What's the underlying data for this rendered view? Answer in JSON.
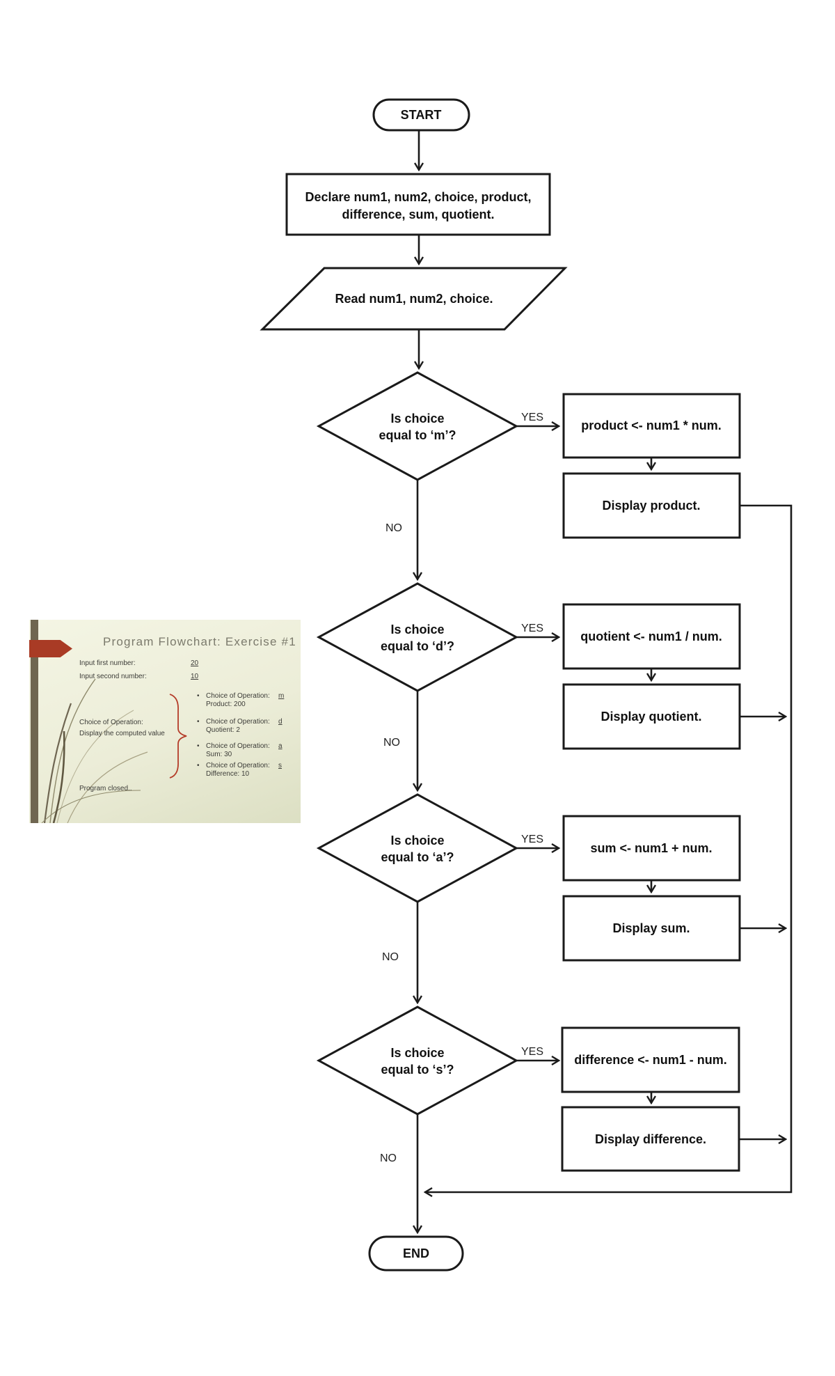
{
  "flowchart": {
    "start_label": "START",
    "end_label": "END",
    "declare": {
      "line1": "Declare num1, num2, choice, product,",
      "line2": "difference, sum, quotient."
    },
    "read": {
      "text": "Read num1, num2, choice."
    },
    "decisions": [
      {
        "q1": "Is choice",
        "q2": "equal to ‘m’?",
        "yes": "YES",
        "no": "NO",
        "action": "product <- num1 * num.",
        "display": "Display product."
      },
      {
        "q1": "Is choice",
        "q2": "equal to ‘d’?",
        "yes": "YES",
        "no": "NO",
        "action": "quotient <- num1 / num.",
        "display": "Display quotient."
      },
      {
        "q1": "Is choice",
        "q2": "equal to ‘a’?",
        "yes": "YES",
        "no": "NO",
        "action": "sum <- num1 + num.",
        "display": "Display sum."
      },
      {
        "q1": "Is choice",
        "q2": "equal to ‘s’?",
        "yes": "YES",
        "no": "NO",
        "action": "difference <- num1 - num.",
        "display": "Display difference."
      }
    ]
  },
  "slide": {
    "title": "Program Flowchart: Exercise #1",
    "inputs": [
      {
        "label": "Input first number:",
        "value": "20"
      },
      {
        "label": "Input second number:",
        "value": "10"
      }
    ],
    "choice_label": "Choice of Operation:",
    "choice_sub": "Display the computed value",
    "bullets": [
      {
        "bullet": "•",
        "label": "Choice of Operation:",
        "letter": "m",
        "result": "Product: 200"
      },
      {
        "bullet": "•",
        "label": "Choice of Operation:",
        "letter": "d",
        "result": "Quotient: 2"
      },
      {
        "bullet": "•",
        "label": "Choice of Operation:",
        "letter": "a",
        "result": "Sum: 30"
      },
      {
        "bullet": "•",
        "label": "Choice of Operation:",
        "letter": "s",
        "result": "Difference: 10"
      }
    ],
    "closing": "Program closed..",
    "colors": {
      "accent_red": "#a93b25",
      "sidebar": "#6f6651",
      "title_gray": "#7b7a6c",
      "background": "#ecedd8"
    }
  }
}
